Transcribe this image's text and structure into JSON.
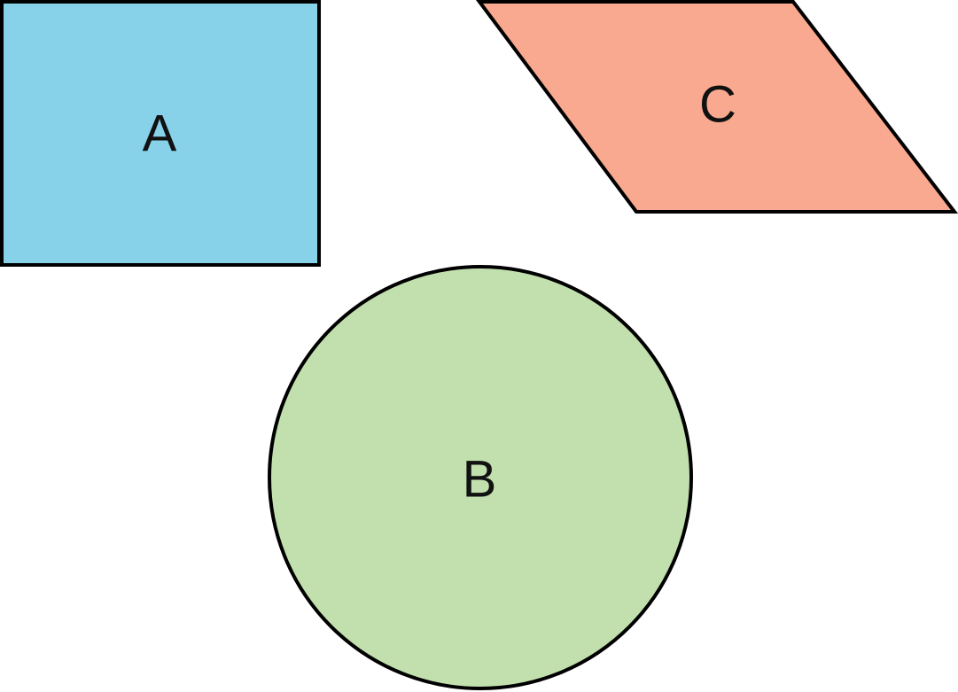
{
  "figure": {
    "background_color": "#ffffff",
    "stroke_color": "#000000",
    "shapes": [
      {
        "label": "A",
        "type": "rectangle",
        "fill": "#87d1e9"
      },
      {
        "label": "B",
        "type": "circle",
        "fill": "#c2e0ae"
      },
      {
        "label": "C",
        "type": "parallelogram",
        "fill": "#f9a98f"
      }
    ]
  }
}
